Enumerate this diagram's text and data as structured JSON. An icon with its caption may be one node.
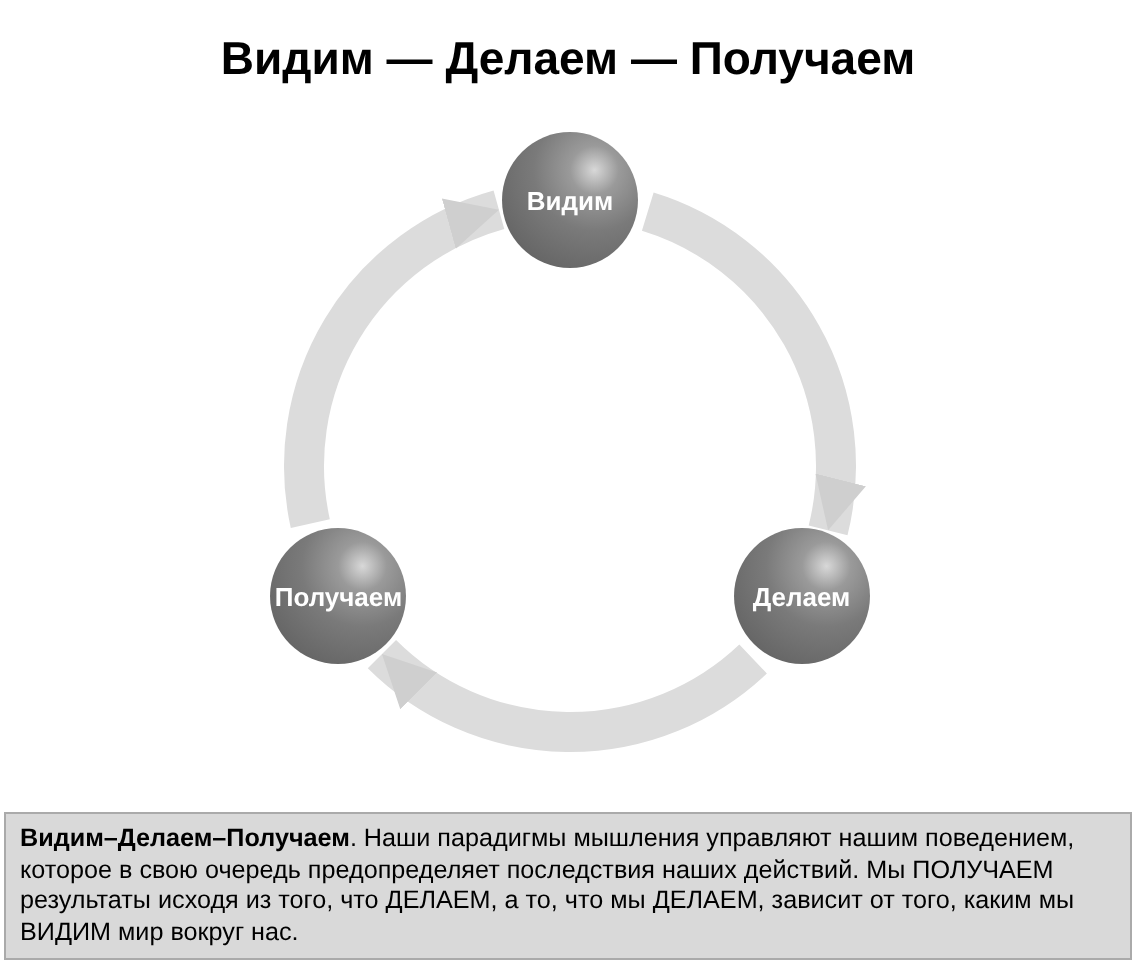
{
  "diagram": {
    "title": "Видим — Делаем — Получаем",
    "caption": "**Видим–Делаем–Получаем**. Наши парадигмы мышления управляют нашим поведением, которое в свою очередь предопределяет последствия наших действий. Мы ПОЛУЧАЕМ результаты исходя из того, что ДЕЛАЕМ, а то, что мы ДЕЛАЕМ, зависит от того, каким мы ВИДИМ мир вокруг нас.",
    "nodes": [
      {
        "text": [
          "Видим"
        ]
      },
      {
        "text": [
          "Делаем"
        ]
      },
      {
        "text": [
          "Получаем"
        ]
      }
    ],
    "edges": [
      {
        "from": 0,
        "to": 1,
        "arrow": "to"
      },
      {
        "from": 1,
        "to": 2,
        "arrow": "to"
      },
      {
        "from": 2,
        "to": 0,
        "arrow": "to"
      }
    ]
  }
}
